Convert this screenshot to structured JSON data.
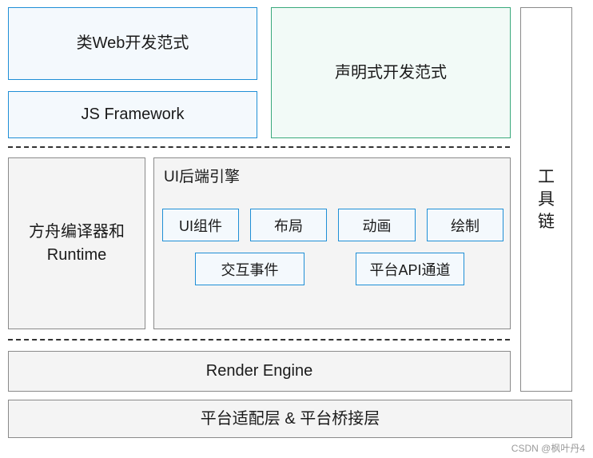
{
  "top": {
    "web_paradigm": "类Web开发范式",
    "js_framework": "JS Framework",
    "declarative_paradigm": "声明式开发范式"
  },
  "toolchain": [
    "工",
    "具",
    "链"
  ],
  "compiler": {
    "line1": "方舟编译器和",
    "line2": "Runtime"
  },
  "ui_backend": {
    "title": "UI后端引擎",
    "items": [
      "UI组件",
      "布局",
      "动画",
      "绘制",
      "交互事件",
      "平台API通道"
    ]
  },
  "render_engine": "Render Engine",
  "platform_layer": "平台适配层 & 平台桥接层",
  "watermark": "CSDN @枫叶丹4",
  "colors": {
    "blue_border": "#1f8fd6",
    "green_border": "#3aa97c",
    "gray_border": "#8a8a8a"
  }
}
